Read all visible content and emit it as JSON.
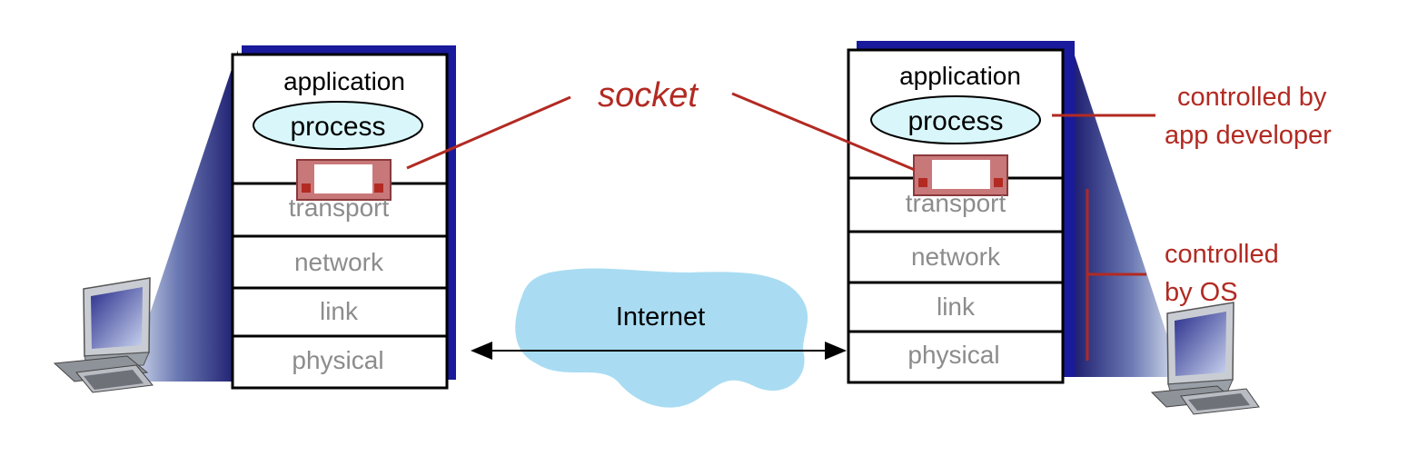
{
  "left_host": {
    "layers": {
      "application": "application",
      "process": "process",
      "transport": "transport",
      "network": "network",
      "link": "link",
      "physical": "physical"
    }
  },
  "right_host": {
    "layers": {
      "application": "application",
      "process": "process",
      "transport": "transport",
      "network": "network",
      "link": "link",
      "physical": "physical"
    }
  },
  "labels": {
    "socket": "socket",
    "internet": "Internet",
    "app_dev_line1": "controlled by",
    "app_dev_line2": "app developer",
    "os_line1": "controlled",
    "os_line2": "by OS"
  },
  "colors": {
    "stack_shadow": "#1a1a9c",
    "annotation_red": "#b22a22",
    "process_fill": "#d9f7fb",
    "socket_fill": "#c9787a",
    "internet_cloud": "#a9dcf2",
    "layer_text": "#8c8c8c"
  }
}
